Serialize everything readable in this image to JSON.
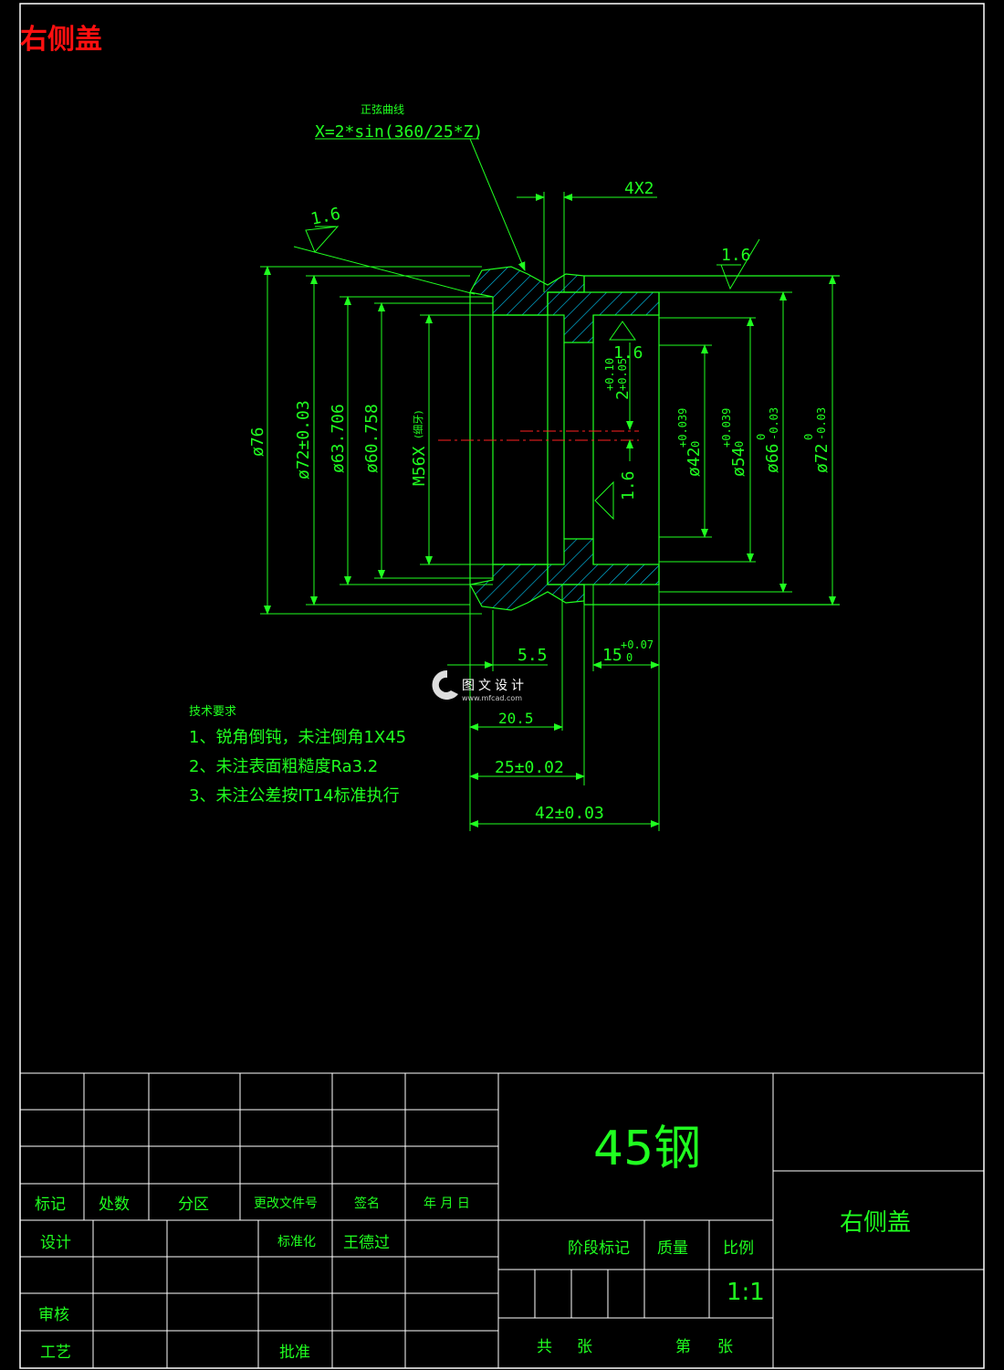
{
  "sheet": {
    "corner_title": "右侧盖"
  },
  "drawing": {
    "curve_note_title": "正弦曲线",
    "curve_equation": "X=2*sin(360/25*Z)",
    "roughness_values": [
      "1.6",
      "1.6",
      "1.6",
      "1.6"
    ],
    "dimensions": {
      "groove": "4X2",
      "d76": "ø76",
      "d72_tol": "ø72±0.03",
      "d63": "ø63.706",
      "d60": "ø60.758",
      "thread": "M56X",
      "thread_note": "(细牙)",
      "d42": "ø42",
      "d42_tol": "+0.039",
      "d42_low": "0",
      "d54": "ø54",
      "d54_tol": "+0.039",
      "d54_low": "0",
      "d66": "ø66",
      "d66_tol": "0",
      "d66_low": "-0.03",
      "d72": "ø72",
      "d72_up": "0",
      "d72_low": "-0.03",
      "depth2": "2",
      "depth2_up": "+0.10",
      "depth2_low": "+0.05",
      "len55": "5.5",
      "len15": "15",
      "len15_up": "+0.07",
      "len15_low": "0",
      "len205": "20.5",
      "len25": "25±0.02",
      "len42": "42±0.03"
    }
  },
  "tech_requirements": {
    "header": "技术要求",
    "items": [
      "1、锐角倒钝，未注倒角1X45",
      "2、未注表面粗糙度Ra3.2",
      "3、未注公差按IT14标准执行"
    ]
  },
  "watermark": {
    "text": "图文设计",
    "sub": "www.mfcad.com"
  },
  "title_block": {
    "material": "45钢",
    "part_name": "右侧盖",
    "headers": {
      "mark": "标记",
      "count": "处数",
      "zone": "分区",
      "change_doc": "更改文件号",
      "signature": "签名",
      "date": "年 月 日"
    },
    "design": "设计",
    "standardize": "标准化",
    "designer": "王德过",
    "review": "审核",
    "process": "工艺",
    "approve": "批准",
    "stage_mark": "阶段标记",
    "mass": "质量",
    "scale_label": "比例",
    "scale": "1:1",
    "total_sheets": "共",
    "sheets_unit1": "张",
    "sheet_no": "第",
    "sheets_unit2": "张"
  },
  "colors": {
    "line": "#20ff20",
    "hatch": "#00d0ff",
    "center": "#ff2020",
    "frame": "#ffffff",
    "title": "#ff1010"
  }
}
